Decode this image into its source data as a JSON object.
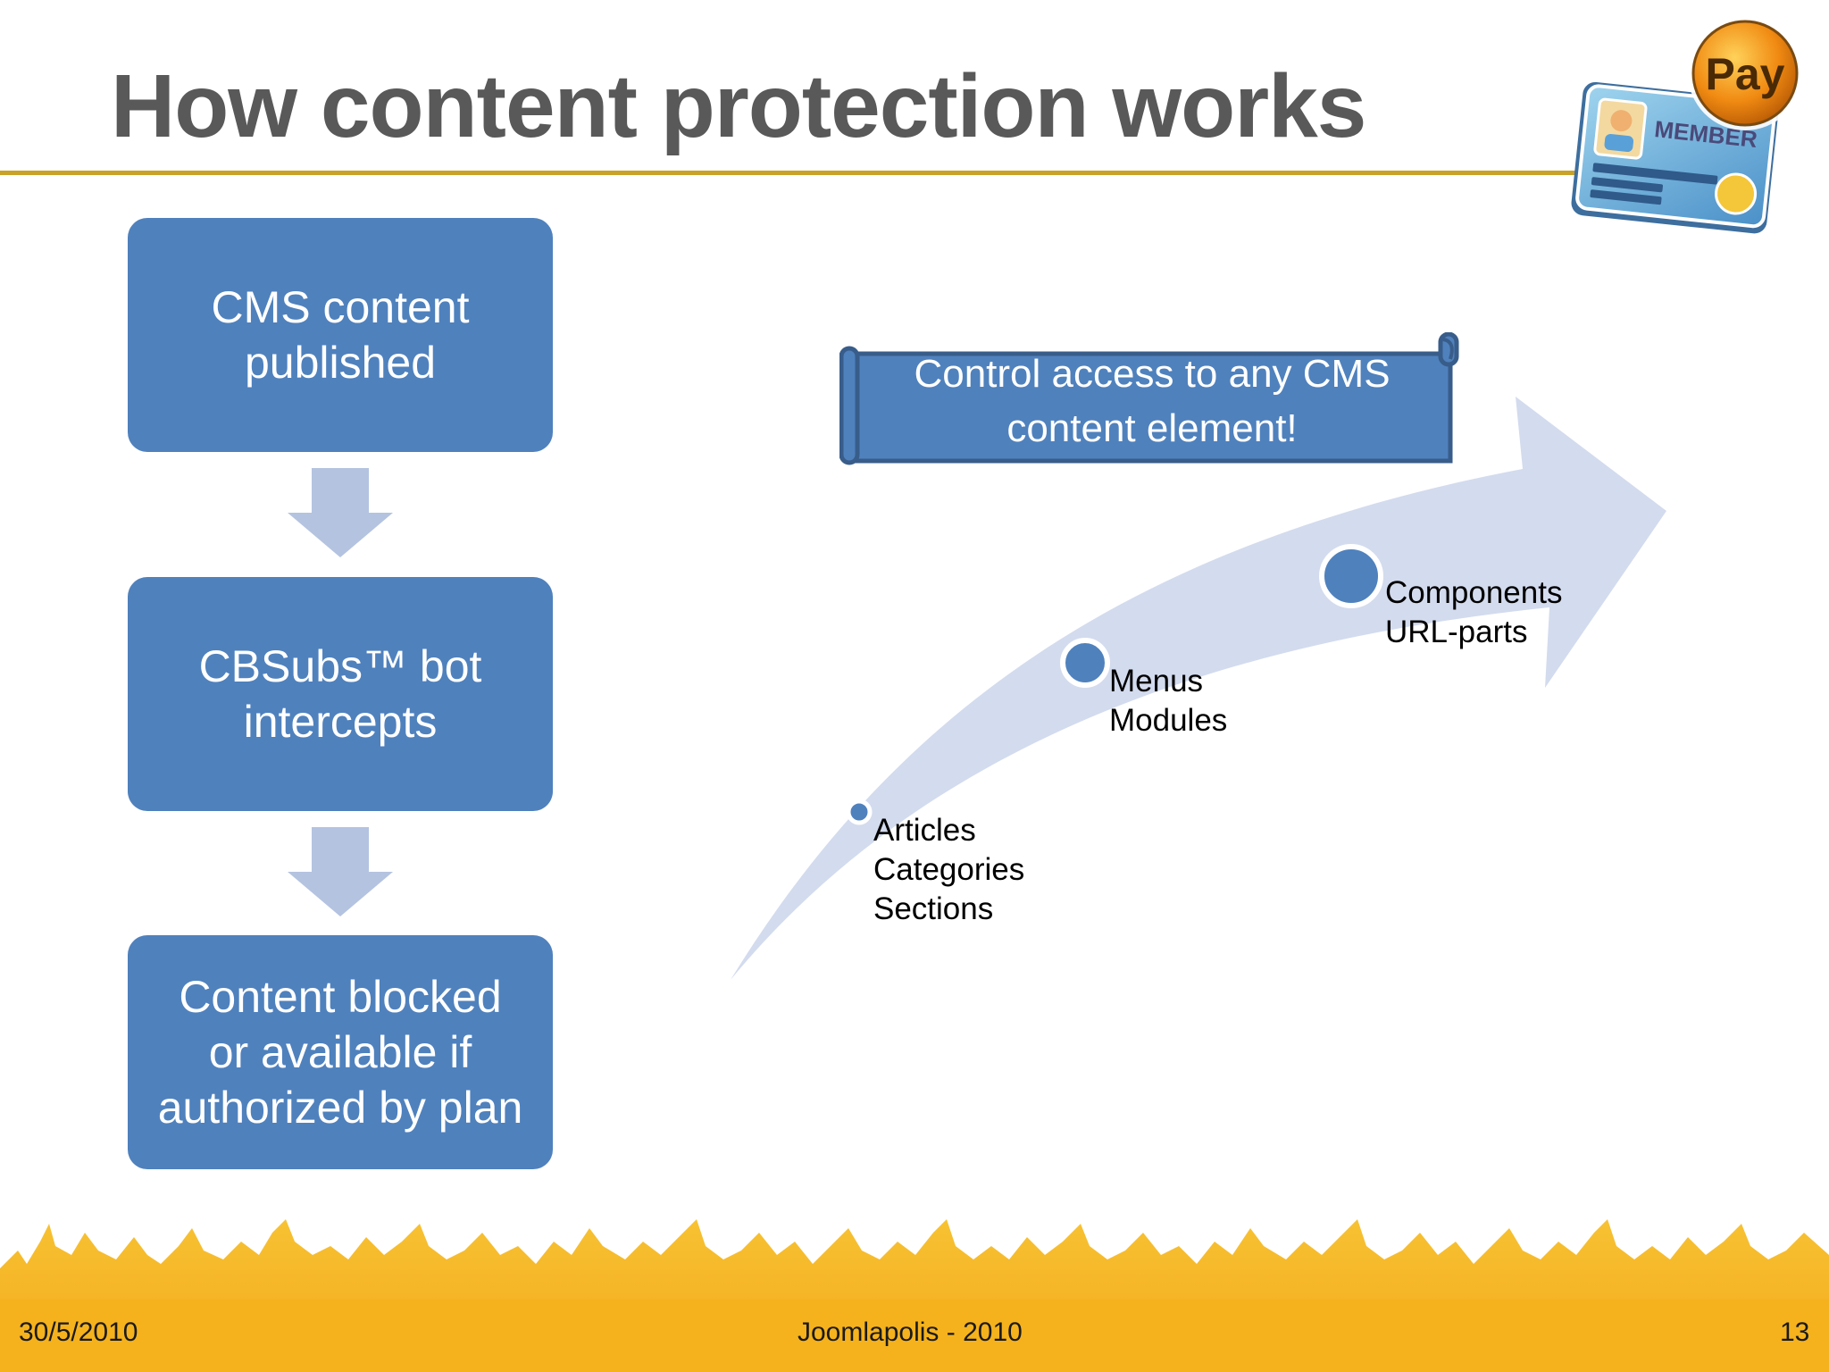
{
  "slide": {
    "title": "How content protection works",
    "colors": {
      "accent_rule": "#c9a227",
      "box_fill": "#4f81bd",
      "arrow_fill": "#b4c3e0",
      "curve_fill": "#d3dbee",
      "title_color": "#595959",
      "crowd_orange": "#f5b21d"
    }
  },
  "badge": {
    "pay_text": "Pay",
    "member_text": "MEMBER"
  },
  "flow": {
    "steps": [
      "CMS content\npublished",
      "CBSubs™ bot\nintercepts",
      "Content blocked\nor available if\nauthorized by plan"
    ]
  },
  "banner": {
    "text": "Control access to any CMS\ncontent element!"
  },
  "stages": [
    {
      "items": [
        "Articles",
        "Categories",
        "Sections"
      ]
    },
    {
      "items": [
        "Menus",
        "Modules"
      ]
    },
    {
      "items": [
        "Components",
        "URL-parts"
      ]
    }
  ],
  "footer": {
    "date": "30/5/2010",
    "center": "Joomlapolis - 2010",
    "page": "13"
  }
}
